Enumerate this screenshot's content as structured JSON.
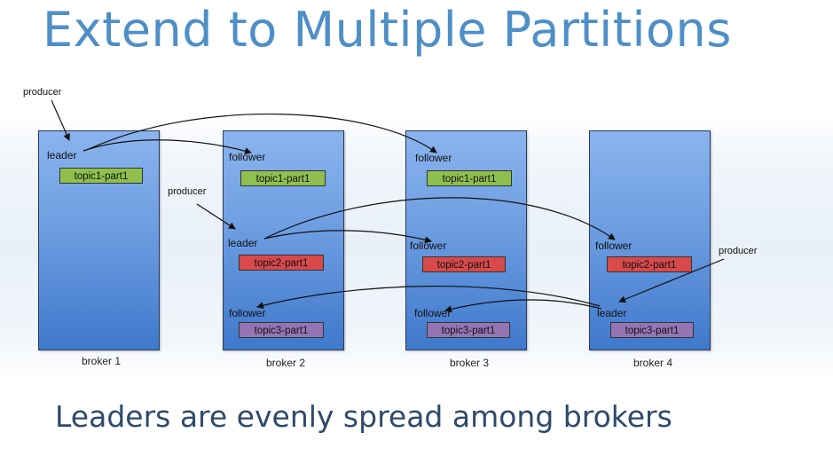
{
  "title": "Extend to Multiple Partitions",
  "subtitle": "Leaders are evenly spread among brokers",
  "brokers": [
    {
      "label": "broker 1"
    },
    {
      "label": "broker 2"
    },
    {
      "label": "broker 3"
    },
    {
      "label": "broker 4"
    }
  ],
  "roles": {
    "leader": "leader",
    "follower": "follower"
  },
  "producer_label": "producer",
  "partitions": {
    "topic1": "topic1-part1",
    "topic2": "topic2-part1",
    "topic3": "topic3-part1"
  },
  "colors": {
    "topic1": "#8fc04e",
    "topic2": "#d8494a",
    "topic3": "#9475b4",
    "broker": "#6d9de1",
    "title": "#4f8fc7"
  }
}
